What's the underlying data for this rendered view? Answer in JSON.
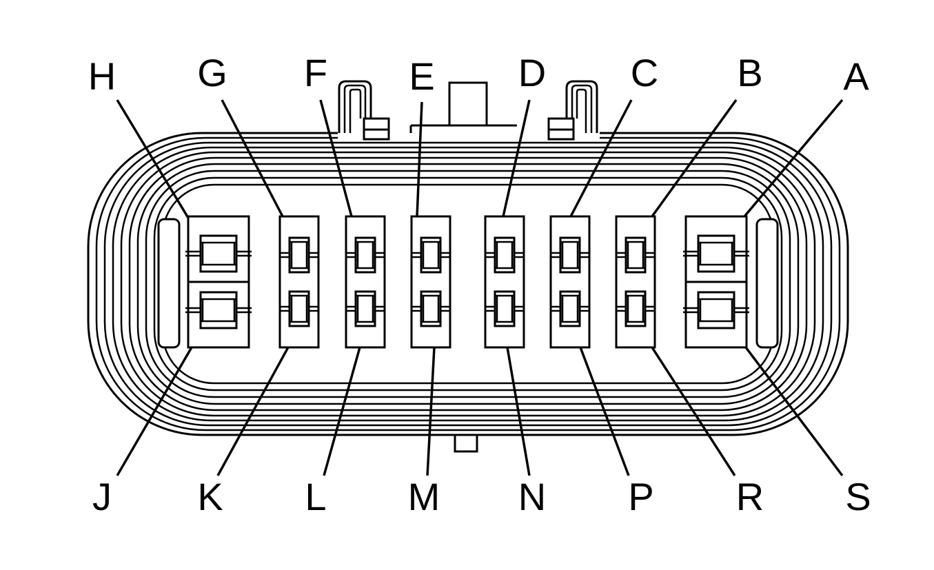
{
  "connector": {
    "top_pins": [
      "H",
      "G",
      "F",
      "E",
      "D",
      "C",
      "B",
      "A"
    ],
    "bottom_pins": [
      "J",
      "K",
      "L",
      "M",
      "N",
      "P",
      "R",
      "S"
    ]
  }
}
